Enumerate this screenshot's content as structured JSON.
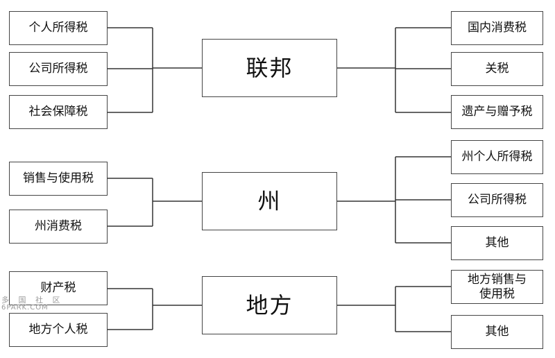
{
  "groups": [
    {
      "center": "联邦",
      "left": [
        "个人所得税",
        "公司所得税",
        "社会保障税"
      ],
      "right": [
        "国内消费税",
        "关税",
        "遗产与赠予税"
      ]
    },
    {
      "center": "州",
      "left": [
        "销售与使用税",
        "州消费税"
      ],
      "right": [
        "州个人所得税",
        "公司所得税",
        "其他"
      ]
    },
    {
      "center": "地方",
      "left": [
        "财产税",
        "地方个人税"
      ],
      "right": [
        "地方销售与\n使用税",
        "其他"
      ]
    }
  ],
  "watermark": {
    "line1": "多 国 社 区",
    "line2": "6PARK.COM"
  },
  "colors": {
    "line": "#333333",
    "border": "#444444",
    "text": "#111111"
  }
}
